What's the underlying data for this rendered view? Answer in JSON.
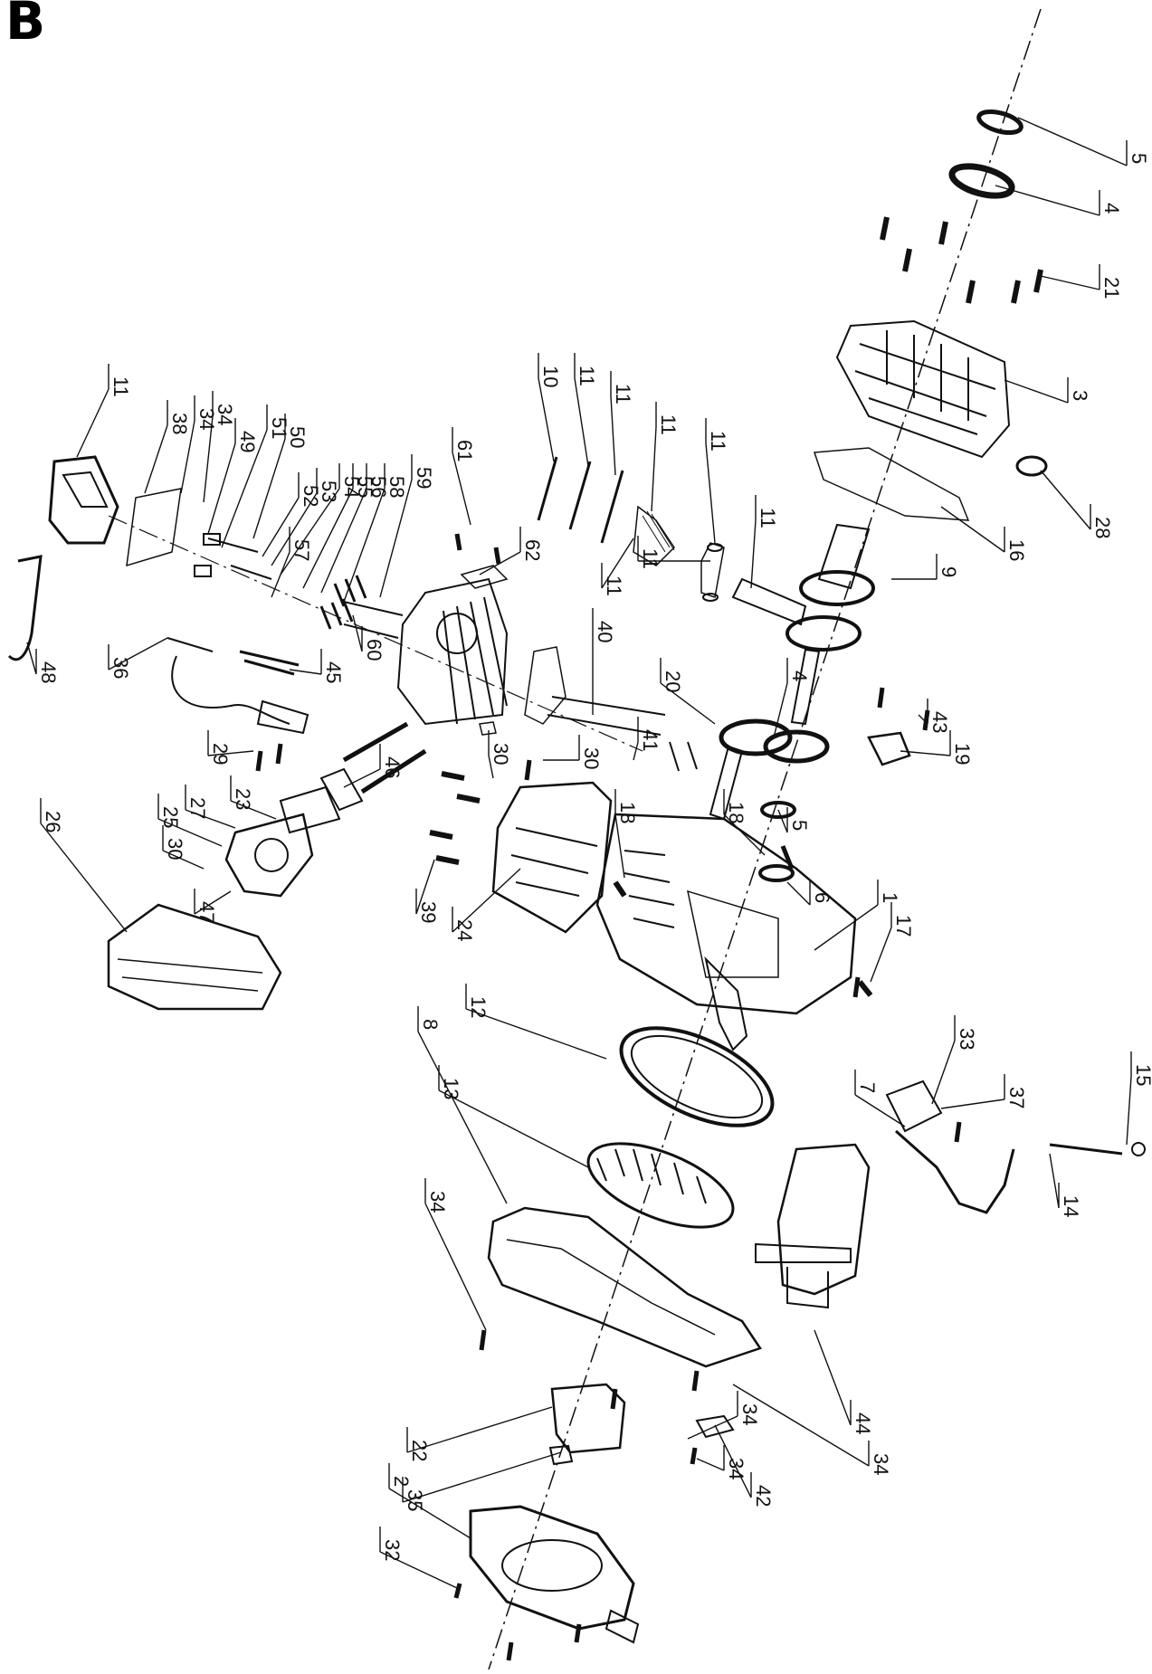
{
  "panel_label": "B",
  "figure": {
    "kind": "exploded parts diagram",
    "callouts": [
      "1",
      "2",
      "3",
      "4",
      "4",
      "5",
      "5",
      "6",
      "7",
      "8",
      "9",
      "10",
      "11",
      "11",
      "11",
      "11",
      "11",
      "11",
      "11",
      "11",
      "12",
      "13",
      "14",
      "15",
      "16",
      "17",
      "18",
      "18",
      "19",
      "20",
      "21",
      "22",
      "23",
      "24",
      "25",
      "26",
      "27",
      "28",
      "29",
      "30",
      "30",
      "30",
      "32",
      "33",
      "34",
      "34",
      "34",
      "34",
      "34",
      "34",
      "35",
      "36",
      "37",
      "38",
      "39",
      "40",
      "41",
      "42",
      "43",
      "44",
      "45",
      "46",
      "47",
      "48",
      "49",
      "50",
      "51",
      "52",
      "53",
      "54",
      "55",
      "56",
      "57",
      "58",
      "59",
      "60",
      "61",
      "62"
    ]
  }
}
